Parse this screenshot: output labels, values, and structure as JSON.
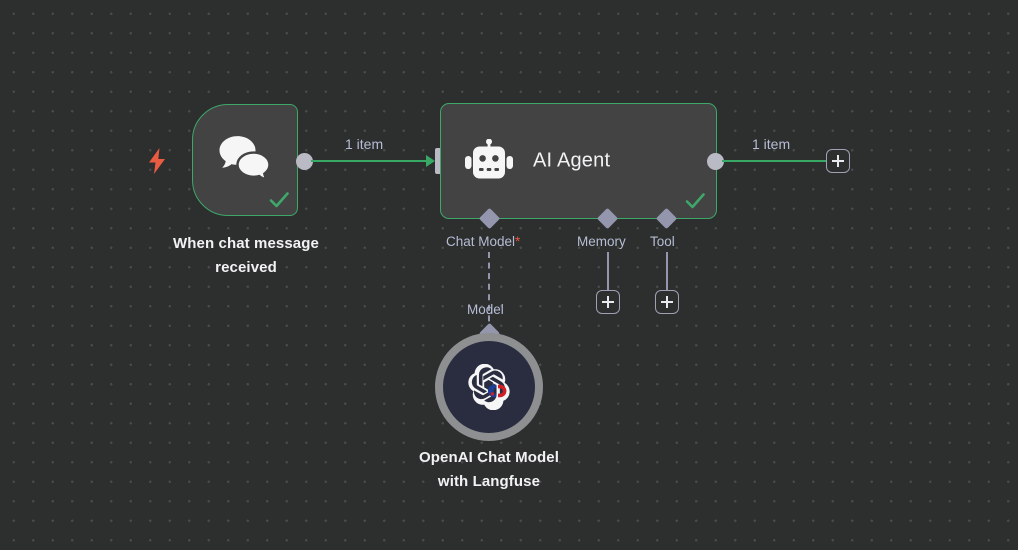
{
  "canvas": {
    "background_color": "#2d2e2e",
    "grid_dot_color": "#4a4b4b"
  },
  "colors": {
    "node_fill": "#434343",
    "node_border_success": "#3ea76a",
    "connection": "#38a865",
    "endpoint": "#b9bac4",
    "sub_connector": "#9396ad",
    "label_text": "#f2f2f4",
    "muted_text": "#b6bdd4",
    "required_marker": "#e8563f",
    "trigger_bolt": "#ea5c41",
    "openai_ring": "#8d8f91",
    "openai_fill": "#2a2d40"
  },
  "nodes": {
    "trigger": {
      "name": "When chat message\nreceived",
      "icon": "chat-bubbles-icon",
      "status": "success",
      "trigger_indicator": "lightning-bolt-icon"
    },
    "agent": {
      "title": "AI Agent",
      "icon": "robot-icon",
      "status": "success"
    },
    "model": {
      "name": "OpenAI Chat Model\nwith Langfuse",
      "icon": "openai-logo-icon",
      "badge": "langfuse-magnet-icon"
    }
  },
  "connections": {
    "trigger_to_agent": {
      "label": "1 item"
    },
    "agent_output": {
      "label": "1 item",
      "add_button": "+"
    }
  },
  "sub_connectors": [
    {
      "label": "Chat Model",
      "required": true,
      "required_marker": "*",
      "connected": true,
      "connection_label": "Model"
    },
    {
      "label": "Memory",
      "required": false,
      "required_marker": "",
      "connected": false,
      "add_button": "+"
    },
    {
      "label": "Tool",
      "required": false,
      "required_marker": "",
      "connected": false,
      "add_button": "+"
    }
  ]
}
